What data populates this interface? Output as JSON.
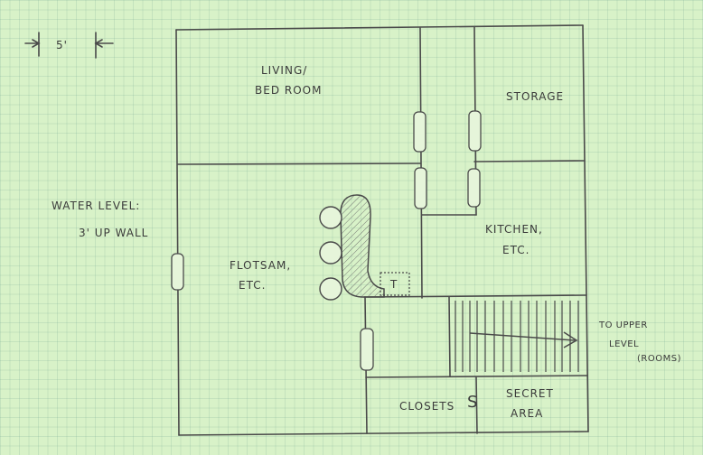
{
  "scale": {
    "label": "5'"
  },
  "notes": {
    "water_level_line1": "WATER LEVEL:",
    "water_level_line2": "3' UP WALL",
    "stairs_line1": "TO UPPER",
    "stairs_line2": "LEVEL",
    "stairs_line3": "(ROOMS)"
  },
  "rooms": {
    "living_line1": "LIVING/",
    "living_line2": "BED ROOM",
    "storage": "STORAGE",
    "kitchen_line1": "KITCHEN,",
    "kitchen_line2": "ETC.",
    "flotsam_line1": "FLOTSAM,",
    "flotsam_line2": "ETC.",
    "closets": "CLOSETS",
    "secret_line1": "SECRET",
    "secret_line2": "AREA"
  },
  "table": {
    "label": "T"
  },
  "secret_door": {
    "symbol": "S"
  },
  "colors": {
    "paper": "#d8f2c8",
    "ink": "#4a4a4a",
    "grid": "#9cc5b0"
  }
}
